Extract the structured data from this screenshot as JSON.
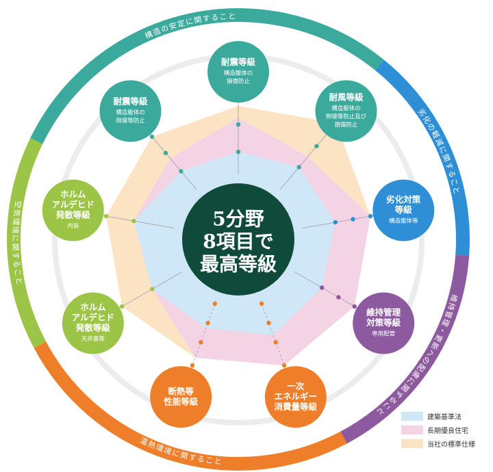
{
  "ring_labels": {
    "structure": "構造の安定に関すること",
    "deterioration": "劣化の軽減に関すること",
    "maintenance": "維持管理・更新への配慮に関すること",
    "thermal": "温熱環境に関すること",
    "air": "空気環境に関すること"
  },
  "center": {
    "line1": "5分野",
    "line2": "8項目で",
    "line3": "最高等級"
  },
  "nodes": [
    {
      "title": [
        "耐震等級"
      ],
      "sub": [
        "構造躯体の",
        "損傷防止"
      ]
    },
    {
      "title": [
        "耐風等級"
      ],
      "sub": [
        "構造躯体の",
        "倒壊等防止及び",
        "損傷防止"
      ]
    },
    {
      "title": [
        "劣化対策",
        "等級"
      ],
      "sub": [
        "構造躯体等"
      ]
    },
    {
      "title": [
        "維持管理",
        "対策等級"
      ],
      "sub": [
        "専用配管"
      ]
    },
    {
      "title": [
        "一次",
        "エネルギー",
        "消費量等級"
      ],
      "sub": []
    },
    {
      "title": [
        "断熱等",
        "性能等級"
      ],
      "sub": []
    },
    {
      "title": [
        "ホルム",
        "アルデヒド",
        "発散等級"
      ],
      "sub": [
        "天井裏等"
      ]
    },
    {
      "title": [
        "ホルム",
        "アルデヒド",
        "発散等級"
      ],
      "sub": [
        "内装"
      ]
    },
    {
      "title": [
        "耐震等級"
      ],
      "sub": [
        "構造躯体の",
        "倒壊等防止"
      ]
    }
  ],
  "legend": [
    {
      "label": "建築基準法",
      "color": "#cfe7f7"
    },
    {
      "label": "長期優良住宅",
      "color": "#f4d3e4"
    },
    {
      "label": "当社の標準仕様",
      "color": "#fbe3c4"
    }
  ],
  "colors": {
    "structure": "#3ca99d",
    "deterioration": "#2f8fd6",
    "maintenance": "#8e5a9f",
    "thermal": "#ee7e2a",
    "air": "#9cc548",
    "center": "#0f4a3a"
  }
}
